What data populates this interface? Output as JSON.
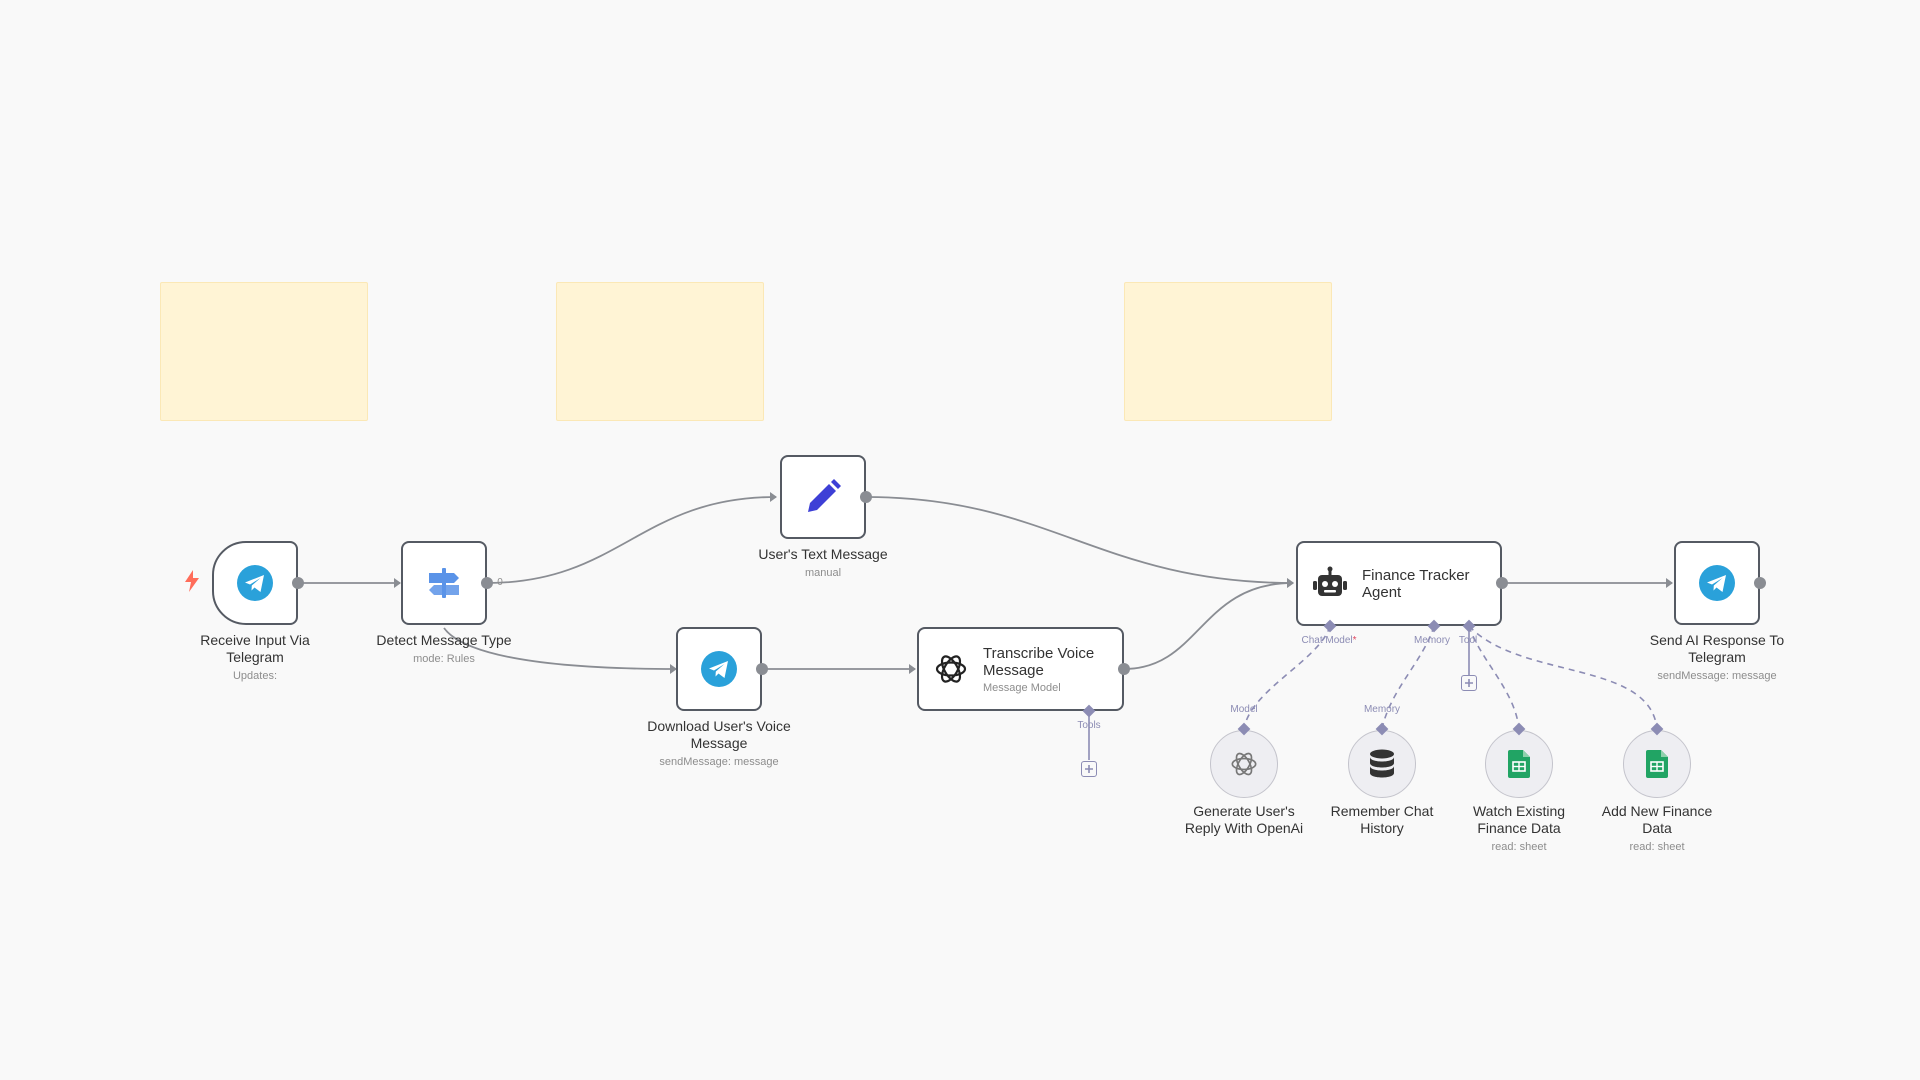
{
  "colors": {
    "canvas": "#f9f9f9",
    "sticky": "#fff4d5",
    "node_border": "#555a63",
    "edge": "#8a8d93",
    "ai_edge": "#8c8cb4",
    "telegram": "#2aa1da",
    "pencil": "#3d3fd6",
    "switch": "#5a93e8",
    "sheets": "#21a464",
    "trigger_bolt": "#ff6d5a"
  },
  "nodes": {
    "receive_input": {
      "title": "Receive Input Via Telegram",
      "line1": "Receive Input Via",
      "line2": "Telegram",
      "subtitle": "Updates:",
      "icon": "telegram-icon"
    },
    "detect_type": {
      "title": "Detect Message Type",
      "subtitle": "mode: Rules",
      "icon": "switch-icon",
      "output_label": "0"
    },
    "text_message": {
      "title": "User's Text Message",
      "subtitle": "manual",
      "icon": "pencil-icon"
    },
    "download_voice": {
      "line1": "Download User's Voice",
      "line2": "Message",
      "subtitle": "sendMessage: message",
      "icon": "telegram-icon"
    },
    "transcribe": {
      "line1": "Transcribe Voice",
      "line2": "Message",
      "subtitle": "Message Model",
      "icon": "openai-icon",
      "port_tools": "Tools"
    },
    "agent": {
      "line1": "Finance Tracker",
      "line2": "Agent",
      "icon": "robot-icon",
      "port_chat_model": "Chat Model",
      "required_mark": "*",
      "port_memory": "Memory",
      "port_tool": "Tool"
    },
    "send_response": {
      "line1": "Send AI Response To",
      "line2": "Telegram",
      "subtitle": "sendMessage: message",
      "icon": "telegram-icon"
    },
    "openai_model": {
      "line1": "Generate User's",
      "line2": "Reply With OpenAi",
      "port_label": "Model",
      "icon": "openai-icon"
    },
    "memory": {
      "line1": "Remember Chat",
      "line2": "History",
      "port_label": "Memory",
      "icon": "database-icon"
    },
    "watch_finance": {
      "line1": "Watch Existing",
      "line2": "Finance Data",
      "subtitle": "read: sheet",
      "icon": "sheets-icon"
    },
    "add_finance": {
      "line1": "Add New Finance",
      "line2": "Data",
      "subtitle": "read: sheet",
      "icon": "sheets-icon"
    }
  }
}
